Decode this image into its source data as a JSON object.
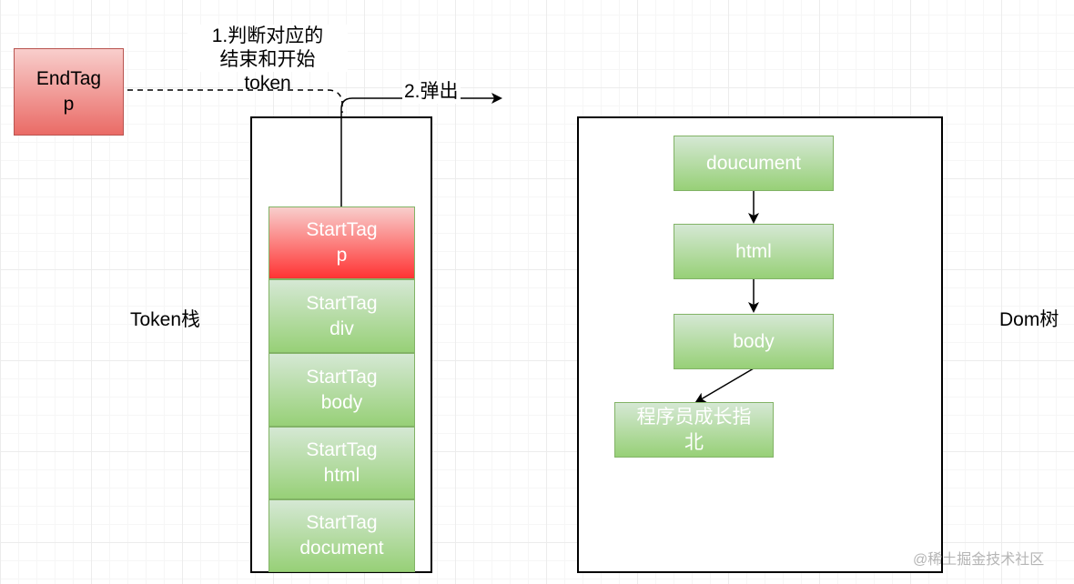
{
  "end_tag": {
    "line1": "EndTag",
    "line2": "p"
  },
  "annotation_1": {
    "line1": "1.判断对应的",
    "line2": "结束和开始",
    "line3": "token"
  },
  "annotation_2": "2.弹出",
  "token_stack": {
    "label": "Token栈",
    "items": [
      {
        "line1": "StartTag",
        "line2": "p"
      },
      {
        "line1": "StartTag",
        "line2": "div"
      },
      {
        "line1": "StartTag",
        "line2": "body"
      },
      {
        "line1": "StartTag",
        "line2": "html"
      },
      {
        "line1": "StartTag",
        "line2": "document"
      }
    ]
  },
  "dom_tree": {
    "label": "Dom树",
    "nodes": {
      "document": "doucument",
      "html": "html",
      "body": "body",
      "text": "程序员成长指\n北"
    }
  },
  "watermark": "@稀土掘金技术社区",
  "colors": {
    "green_fill_top": "#d5e8d4",
    "green_fill_bottom": "#97d077",
    "green_stroke": "#82b366",
    "red_fill_top": "#f8cecc",
    "red_fill_bottom": "#ea6b66",
    "red_stroke": "#b85450"
  }
}
